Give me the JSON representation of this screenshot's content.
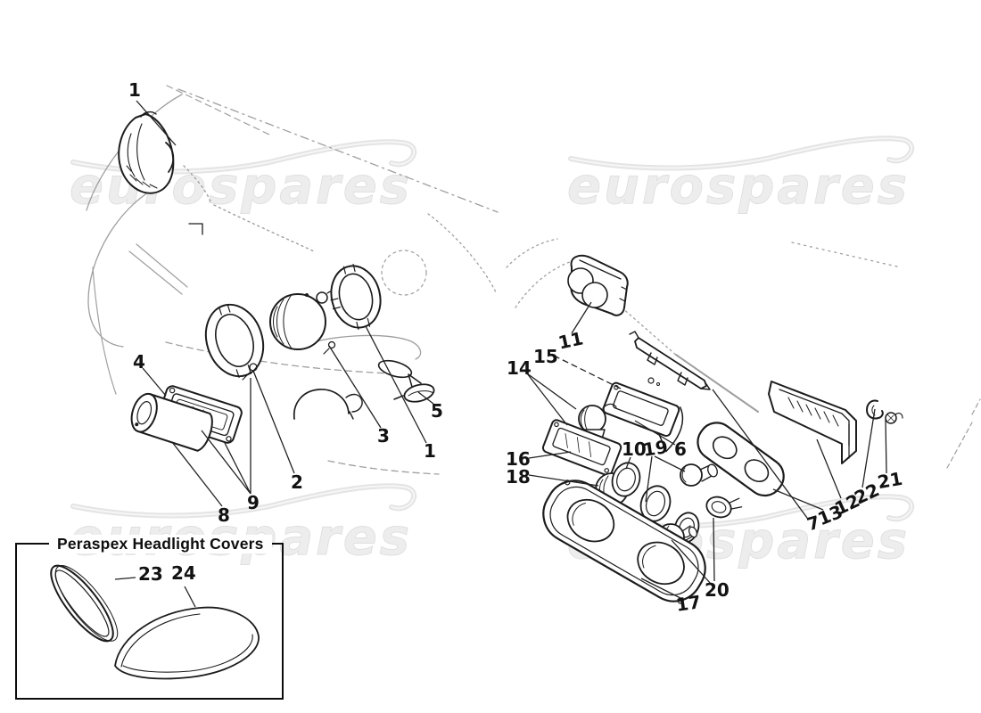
{
  "watermark": {
    "text": "eurospares"
  },
  "covers_box": {
    "title": "Peraspex Headlight Covers"
  },
  "part_labels": [
    {
      "t": "1"
    },
    {
      "t": "4"
    },
    {
      "t": "8"
    },
    {
      "t": "9"
    },
    {
      "t": "2"
    },
    {
      "t": "3"
    },
    {
      "t": "1"
    },
    {
      "t": "5"
    },
    {
      "t": "11"
    },
    {
      "t": "14"
    },
    {
      "t": "15"
    },
    {
      "t": "16"
    },
    {
      "t": "18"
    },
    {
      "t": "10"
    },
    {
      "t": "19"
    },
    {
      "t": "6"
    },
    {
      "t": "7"
    },
    {
      "t": "13"
    },
    {
      "t": "12"
    },
    {
      "t": "22"
    },
    {
      "t": "21"
    },
    {
      "t": "17"
    },
    {
      "t": "20"
    },
    {
      "t": "23"
    },
    {
      "t": "24"
    }
  ],
  "colors": {
    "ink": "#1c1c1c",
    "sketch": "#9f9f9f",
    "watermark": "#ededed",
    "background": "#ffffff"
  }
}
